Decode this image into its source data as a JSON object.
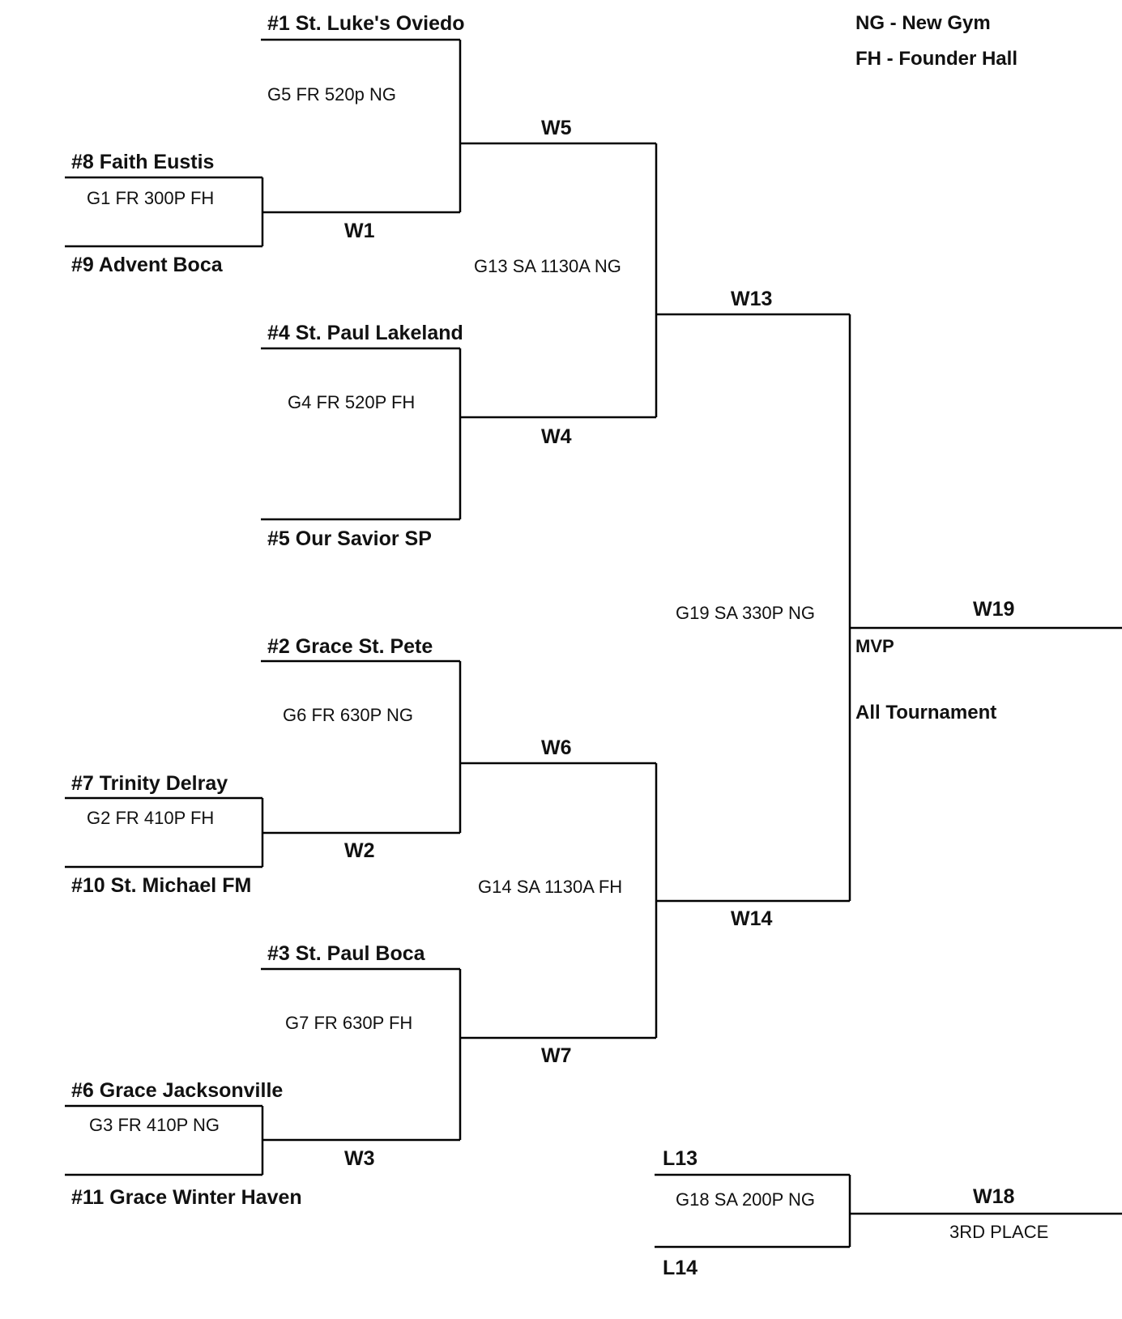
{
  "legend": {
    "ng": "NG - New Gym",
    "fh": "FH - Founder Hall"
  },
  "teams": {
    "t1": "#1  St. Luke's Oviedo",
    "t8": "#8 Faith Eustis",
    "t9": "#9 Advent Boca",
    "t4": "#4 St. Paul Lakeland",
    "t5": "#5 Our Savior SP",
    "t2": "#2 Grace St. Pete",
    "t7": "#7 Trinity Delray",
    "t10": "#10 St. Michael FM",
    "t3": "#3  St. Paul Boca",
    "t6": "#6 Grace Jacksonville",
    "t11": "#11 Grace Winter Haven"
  },
  "games": {
    "g1": "G1  FR  300P  FH",
    "g2": "G2  FR  410P  FH",
    "g3": "G3  FR 410P  NG",
    "g4": "G4  FR 520P  FH",
    "g5": "G5 FR  520p  NG",
    "g6": "G6 FR  630P  NG",
    "g7": "G7  FR  630P  FH",
    "g13": "G13  SA  1130A NG",
    "g14": "G14 SA  1130A FH",
    "g18": "G18  SA 200P NG",
    "g19": "G19  SA  330P NG"
  },
  "winners": {
    "w1": "W1",
    "w2": "W2",
    "w3": "W3",
    "w4": "W4",
    "w5": "W5",
    "w6": "W6",
    "w7": "W7",
    "w13": "W13",
    "w14": "W14",
    "w18": "W18",
    "w19": "W19"
  },
  "losers": {
    "l13": "L13",
    "l14": "L14"
  },
  "awards": {
    "mvp": "MVP",
    "all_tournament": "All Tournament",
    "third_place": "3RD PLACE"
  }
}
